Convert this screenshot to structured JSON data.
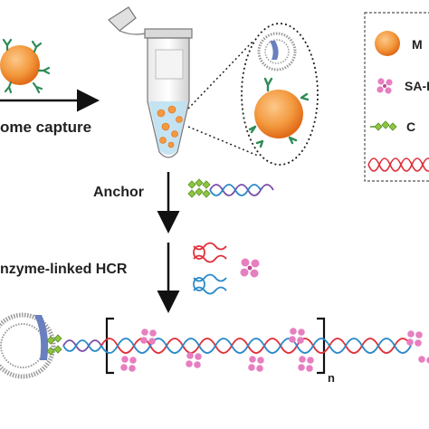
{
  "labels": {
    "exosome_capture": "ome capture",
    "anchor": "Anchor",
    "enzyme_hcr": "nzyme-linked HCR",
    "hcr_repeat_subscript": "n"
  },
  "legend": {
    "items": [
      {
        "icon": "orange-bead-icon",
        "text": "M"
      },
      {
        "icon": "sa-hrp-pink-icon",
        "text": "SA-I"
      },
      {
        "icon": "cholesterol-green-icon",
        "text": "C"
      },
      {
        "icon": "red-dna-helix-icon",
        "text": ""
      }
    ]
  },
  "colors": {
    "bead": "#f39a3f",
    "bead_dark": "#e06a17",
    "antibody": "#2e8b57",
    "cholesterol": "#8cc63f",
    "sa_hrp": "#e67fc0",
    "dna_red": "#e0303a",
    "dna_blue": "#2a89c9",
    "dna_purple": "#7a4fa8",
    "tube_liquid": "#bfe1f2",
    "membrane_blue": "#6a7fbf"
  }
}
